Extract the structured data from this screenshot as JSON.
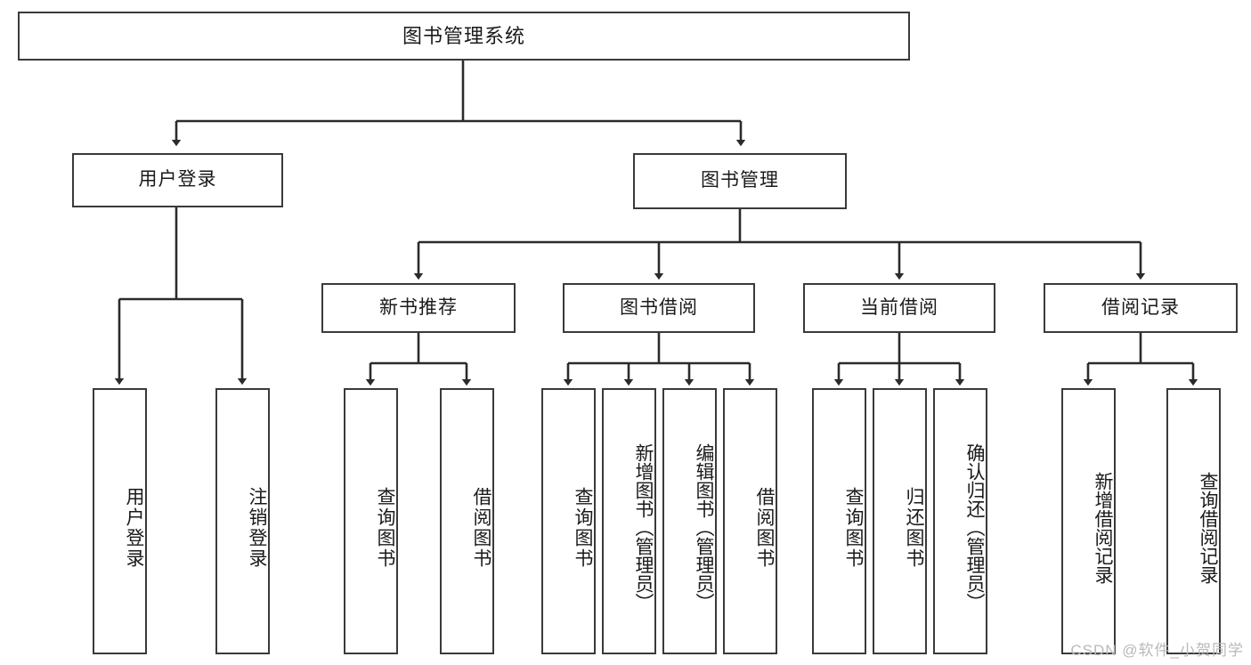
{
  "diagram": {
    "title": "图书管理系统",
    "type": "tree-hierarchy",
    "watermark": "CSDN @软件_小贺同学",
    "root": {
      "label": "图书管理系统"
    },
    "level2": [
      {
        "label": "用户登录"
      },
      {
        "label": "图书管理"
      }
    ],
    "level3": [
      {
        "label": "新书推荐"
      },
      {
        "label": "图书借阅"
      },
      {
        "label": "当前借阅"
      },
      {
        "label": "借阅记录"
      }
    ],
    "leaves": {
      "user_login": [
        {
          "label": "用户登录"
        },
        {
          "label": "注销登录"
        }
      ],
      "new_book_recommend": [
        {
          "label": "查询图书"
        },
        {
          "label": "借阅图书"
        }
      ],
      "book_borrow": [
        {
          "label": "查询图书"
        },
        {
          "label": "新增图书（管理员）"
        },
        {
          "label": "编辑图书（管理员）"
        },
        {
          "label": "借阅图书"
        }
      ],
      "current_borrow": [
        {
          "label": "查询图书"
        },
        {
          "label": "归还图书"
        },
        {
          "label": "确认归还（管理员）"
        }
      ],
      "borrow_record": [
        {
          "label": "新增借阅记录"
        },
        {
          "label": "查询借阅记录"
        }
      ]
    },
    "colors": {
      "stroke": "#3a3a3a",
      "fill": "#ffffff",
      "text": "#1a1a1a",
      "watermark": "#b9b9b9"
    }
  }
}
